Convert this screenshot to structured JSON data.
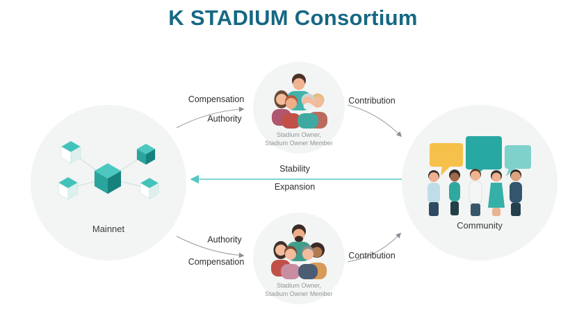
{
  "title": "K STADIUM Consortium",
  "nodes": {
    "mainnet": {
      "label": "Mainnet"
    },
    "stadium_owner_top": {
      "line1": "Stadium Owner,",
      "line2": "Stadium Owner Member"
    },
    "stadium_owner_bottom": {
      "line1": "Stadium Owner,",
      "line2": "Stadium Owner Member"
    },
    "community": {
      "label": "Community"
    }
  },
  "edges": {
    "mainnet_to_owner_top": {
      "label_top": "Compensation",
      "label_bottom": "Authority"
    },
    "owner_top_to_community": {
      "label": "Contribution"
    },
    "community_to_mainnet": {
      "label_top": "Stability",
      "label_bottom": "Expansion"
    },
    "mainnet_to_owner_bottom": {
      "label_top": "Authority",
      "label_bottom": "Compensation"
    },
    "owner_bottom_to_community": {
      "label": "Contribution"
    }
  },
  "colors": {
    "title_text": "#176884",
    "accent_teal": "#56c6c2",
    "arrow_gray": "#9aa0a6",
    "circle_background": "#f3f4f4",
    "bubble_yellow": "#f6c14b",
    "bubble_teal": "#28a8a2",
    "bubble_light_teal": "#7fd1cb",
    "cube_teal": "#2aa49d"
  },
  "illustrations": {
    "mainnet": "isometric-cube-network",
    "stadium_owner": "people-group",
    "community": "people-with-speech-bubbles"
  }
}
